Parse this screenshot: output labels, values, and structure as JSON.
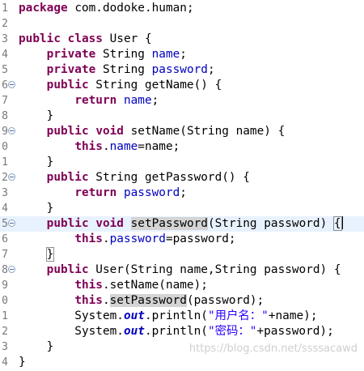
{
  "lines": [
    {
      "num": "1",
      "tokens": [
        {
          "t": "kw",
          "v": "package"
        },
        {
          "t": "p",
          "v": " com.dodoke.human;"
        }
      ]
    },
    {
      "num": "2",
      "tokens": []
    },
    {
      "num": "3",
      "tokens": [
        {
          "t": "kw",
          "v": "public"
        },
        {
          "t": "p",
          "v": " "
        },
        {
          "t": "kw",
          "v": "class"
        },
        {
          "t": "p",
          "v": " User {"
        }
      ]
    },
    {
      "num": "4",
      "tokens": [
        {
          "t": "p",
          "v": "    "
        },
        {
          "t": "kw",
          "v": "private"
        },
        {
          "t": "p",
          "v": " String "
        },
        {
          "t": "fld",
          "v": "name"
        },
        {
          "t": "p",
          "v": ";"
        }
      ]
    },
    {
      "num": "5",
      "tokens": [
        {
          "t": "p",
          "v": "    "
        },
        {
          "t": "kw",
          "v": "private"
        },
        {
          "t": "p",
          "v": " String "
        },
        {
          "t": "fld",
          "v": "password"
        },
        {
          "t": "p",
          "v": ";"
        }
      ]
    },
    {
      "num": "6",
      "fold": true,
      "tokens": [
        {
          "t": "p",
          "v": "    "
        },
        {
          "t": "kw",
          "v": "public"
        },
        {
          "t": "p",
          "v": " String getName() {"
        }
      ]
    },
    {
      "num": "7",
      "tokens": [
        {
          "t": "p",
          "v": "        "
        },
        {
          "t": "kw",
          "v": "return"
        },
        {
          "t": "p",
          "v": " "
        },
        {
          "t": "fld",
          "v": "name"
        },
        {
          "t": "p",
          "v": ";"
        }
      ]
    },
    {
      "num": "8",
      "tokens": [
        {
          "t": "p",
          "v": "    }"
        }
      ]
    },
    {
      "num": "9",
      "fold": true,
      "tokens": [
        {
          "t": "p",
          "v": "    "
        },
        {
          "t": "kw",
          "v": "public"
        },
        {
          "t": "p",
          "v": " "
        },
        {
          "t": "kw",
          "v": "void"
        },
        {
          "t": "p",
          "v": " setName(String name) {"
        }
      ]
    },
    {
      "num": "0",
      "tokens": [
        {
          "t": "p",
          "v": "        "
        },
        {
          "t": "kw",
          "v": "this"
        },
        {
          "t": "p",
          "v": "."
        },
        {
          "t": "fld",
          "v": "name"
        },
        {
          "t": "p",
          "v": "=name;"
        }
      ]
    },
    {
      "num": "1",
      "tokens": [
        {
          "t": "p",
          "v": "    }"
        }
      ]
    },
    {
      "num": "2",
      "fold": true,
      "tokens": [
        {
          "t": "p",
          "v": "    "
        },
        {
          "t": "kw",
          "v": "public"
        },
        {
          "t": "p",
          "v": " String getPassword() {"
        }
      ]
    },
    {
      "num": "3",
      "tokens": [
        {
          "t": "p",
          "v": "        "
        },
        {
          "t": "kw",
          "v": "return"
        },
        {
          "t": "p",
          "v": " "
        },
        {
          "t": "fld",
          "v": "password"
        },
        {
          "t": "p",
          "v": ";"
        }
      ]
    },
    {
      "num": "4",
      "tokens": [
        {
          "t": "p",
          "v": "    }"
        }
      ]
    },
    {
      "num": "5",
      "fold": true,
      "current": true,
      "tokens": [
        {
          "t": "p",
          "v": "    "
        },
        {
          "t": "kw",
          "v": "public"
        },
        {
          "t": "p",
          "v": " "
        },
        {
          "t": "kw",
          "v": "void"
        },
        {
          "t": "p",
          "v": " "
        },
        {
          "t": "occ",
          "v": "setPassword"
        },
        {
          "t": "p",
          "v": "(String password) "
        },
        {
          "t": "brk",
          "v": "{"
        },
        {
          "t": "caret",
          "v": ""
        }
      ]
    },
    {
      "num": "6",
      "tokens": [
        {
          "t": "p",
          "v": "        "
        },
        {
          "t": "kw",
          "v": "this"
        },
        {
          "t": "p",
          "v": "."
        },
        {
          "t": "fld",
          "v": "password"
        },
        {
          "t": "p",
          "v": "=password;"
        }
      ]
    },
    {
      "num": "7",
      "tokens": [
        {
          "t": "p",
          "v": "    "
        },
        {
          "t": "brk",
          "v": "}"
        }
      ]
    },
    {
      "num": "8",
      "fold": true,
      "tokens": [
        {
          "t": "p",
          "v": "    "
        },
        {
          "t": "kw",
          "v": "public"
        },
        {
          "t": "p",
          "v": " User(String name,String password) {"
        }
      ]
    },
    {
      "num": "9",
      "tokens": [
        {
          "t": "p",
          "v": "        "
        },
        {
          "t": "kw",
          "v": "this"
        },
        {
          "t": "p",
          "v": ".setName(name);"
        }
      ]
    },
    {
      "num": "0",
      "tokens": [
        {
          "t": "p",
          "v": "        "
        },
        {
          "t": "kw",
          "v": "this"
        },
        {
          "t": "p",
          "v": "."
        },
        {
          "t": "occ",
          "v": "setPassword"
        },
        {
          "t": "p",
          "v": "(password);"
        }
      ]
    },
    {
      "num": "1",
      "tokens": [
        {
          "t": "p",
          "v": "        System."
        },
        {
          "t": "sfld",
          "v": "out"
        },
        {
          "t": "p",
          "v": ".println("
        },
        {
          "t": "str",
          "v": "\"用户名：\""
        },
        {
          "t": "p",
          "v": "+name);"
        }
      ]
    },
    {
      "num": "2",
      "tokens": [
        {
          "t": "p",
          "v": "        System."
        },
        {
          "t": "sfld",
          "v": "out"
        },
        {
          "t": "p",
          "v": ".println("
        },
        {
          "t": "str",
          "v": "\"密码：\""
        },
        {
          "t": "p",
          "v": "+password);"
        }
      ]
    },
    {
      "num": "3",
      "tokens": [
        {
          "t": "p",
          "v": "    }"
        }
      ]
    },
    {
      "num": "4",
      "tokens": [
        {
          "t": "p",
          "v": "}"
        }
      ]
    }
  ],
  "watermark": "https://blog.csdn.net/ssssacawd"
}
